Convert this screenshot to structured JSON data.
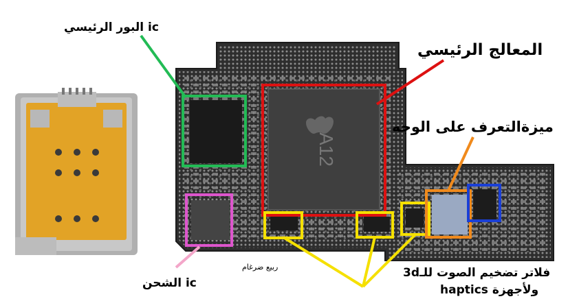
{
  "labels": {
    "power_ic": "ic البور الرئيسي",
    "main_processor": "المعالج الرئيسي",
    "face_id": "ميزةالتعرف على الوجه",
    "charging_ic": "ic الشحن",
    "credit": "ربيع ضرغام",
    "audio_line1": "فلاتر تضخيم الصوت للـ3d",
    "audio_line2": "ولأجهزة haptics",
    "chip_marking": "A12"
  },
  "colors": {
    "power_box": "#22bb55",
    "cpu_box": "#dd1111",
    "charge_box": "#dd55cc",
    "amp_boxes": "#f5e000",
    "face_orange": "#f08a1c",
    "face_blue": "#1a3fd6",
    "board": "#2e2e2e",
    "flex_gold": "#e0a020"
  }
}
